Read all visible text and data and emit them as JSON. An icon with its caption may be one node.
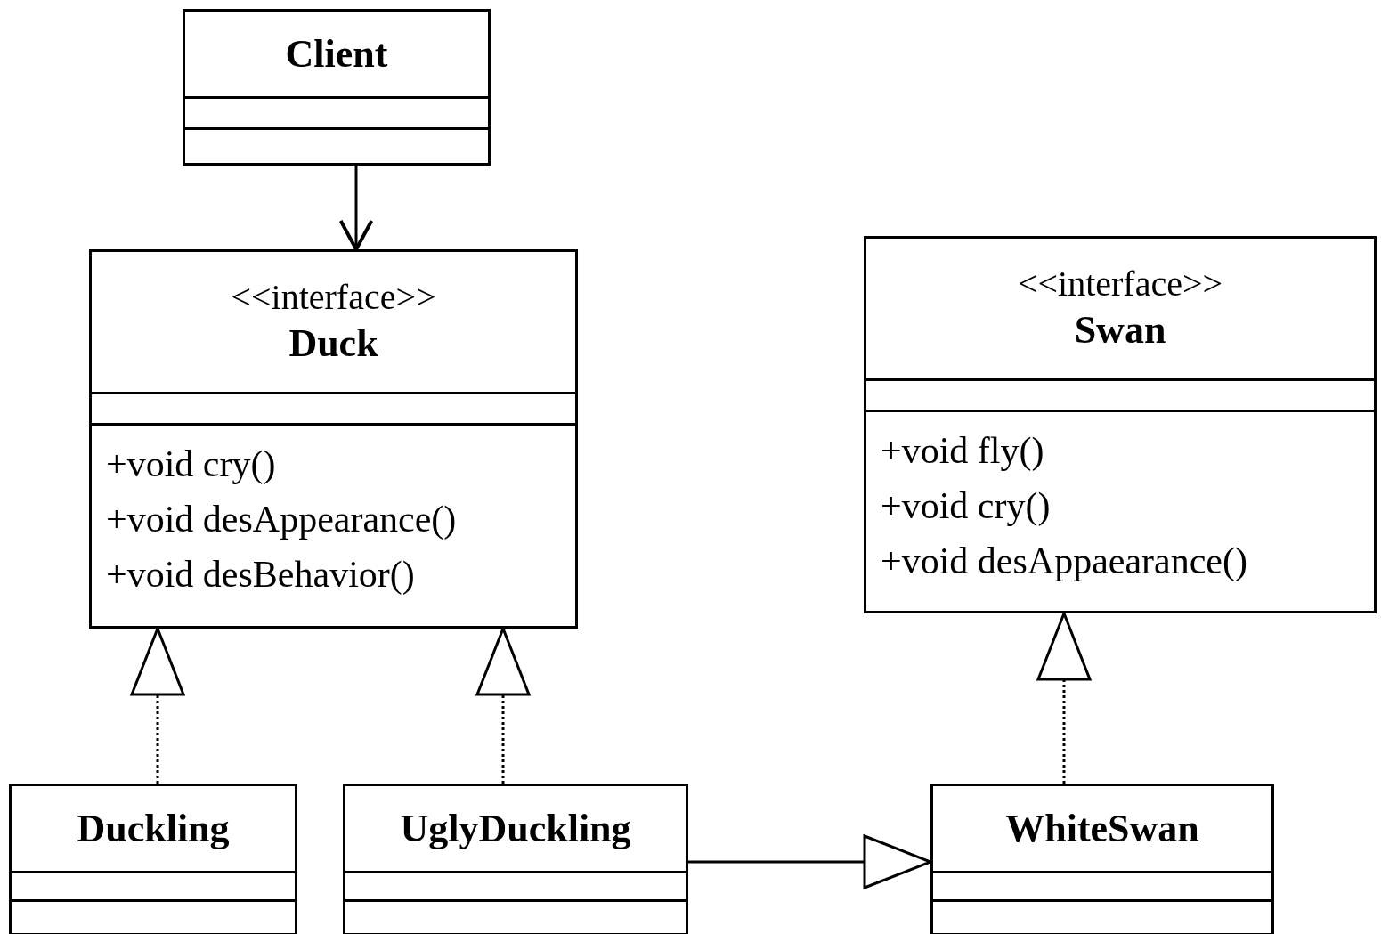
{
  "diagram": {
    "nodes": [
      {
        "text": [
          "Client"
        ]
      },
      {
        "text": [
          "<<interface>>",
          "Duck",
          "+void cry()",
          "+void desAppearance()",
          "+void desBehavior()"
        ]
      },
      {
        "text": [
          "<<interface>>",
          "Swan",
          "+void fly()",
          "+void cry()",
          "+void desAppaearance()"
        ]
      },
      {
        "text": [
          "Duckling"
        ]
      },
      {
        "text": [
          "UglyDuckling"
        ]
      },
      {
        "text": [
          "WhiteSwan"
        ]
      }
    ],
    "edges": [
      {
        "from": 0,
        "to": 1,
        "arrow": "to"
      },
      {
        "from": 3,
        "to": 1,
        "arrow": "to",
        "style": "dashed"
      },
      {
        "from": 4,
        "to": 1,
        "arrow": "to",
        "style": "dashed"
      },
      {
        "from": 5,
        "to": 2,
        "arrow": "to",
        "style": "dashed"
      },
      {
        "from": 4,
        "to": 5,
        "arrow": "to"
      }
    ]
  }
}
